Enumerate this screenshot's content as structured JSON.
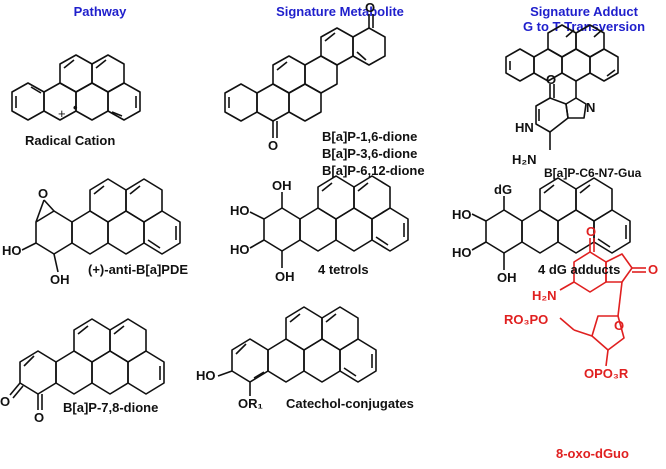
{
  "headers": {
    "pathway": "Pathway",
    "metabolite": "Signature Metabolite",
    "adduct_line1": "Signature Adduct",
    "adduct_line2": "G to T Transversion"
  },
  "labels": {
    "radical_cation": "Radical Cation",
    "dione_16": "B[a]P-1,6-dione",
    "dione_36": "B[a]P-3,6-dione",
    "dione_612": "B[a]P-6,12-dione",
    "gua_adduct": "B[a]P-C6-N7-Gua",
    "bpde": "(+)-anti-B[a]PDE",
    "tetrols": "4 tetrols",
    "dg_adducts": "4 dG adducts",
    "dione_78": "B[a]P-7,8-dione",
    "catechol": "Catechol-conjugates",
    "oxo_dguo": "8-oxo-dGuo"
  },
  "atoms": {
    "O": "O",
    "HO": "HO",
    "OH": "OH",
    "dG": "dG",
    "N": "N",
    "HN": "HN",
    "H2N": "H₂N",
    "OR1": "OR₁",
    "RO3PO": "RO₃PO",
    "OPO3R": "OPO₃R",
    "O2": "O"
  },
  "colors": {
    "header": "#1f1fcc",
    "highlight": "#e02020",
    "ink": "#111111"
  }
}
